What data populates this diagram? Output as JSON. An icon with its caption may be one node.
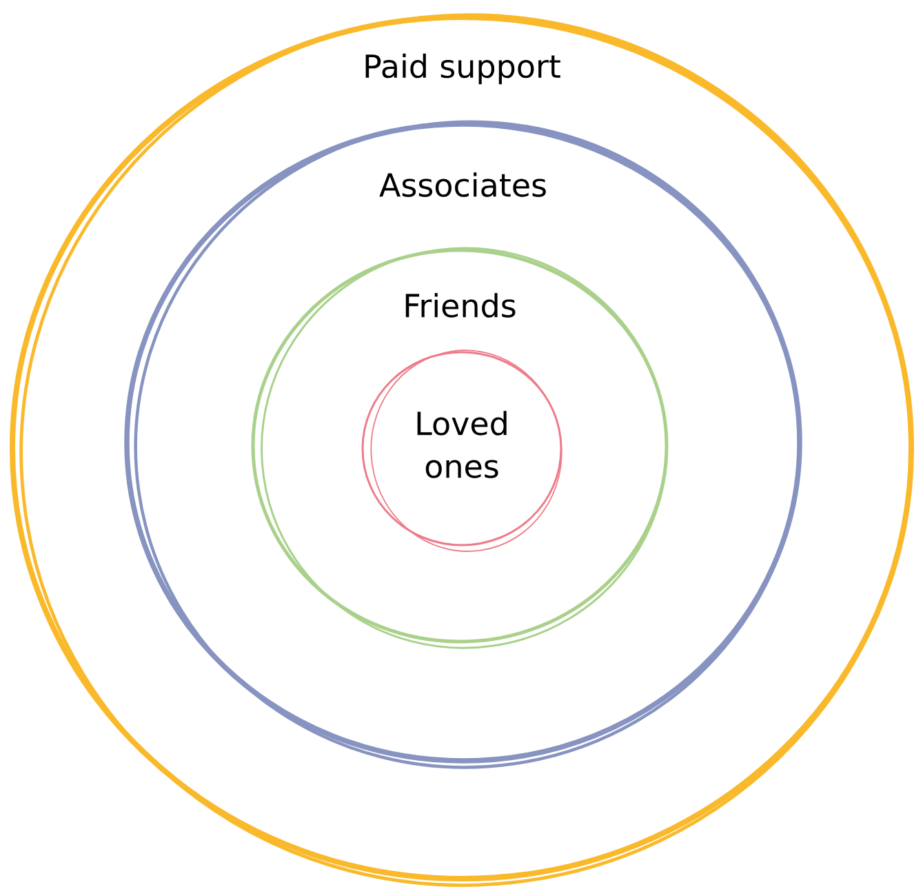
{
  "diagram": {
    "nodes": [
      {
        "text": [
          "Paid support"
        ]
      },
      {
        "text": [
          "Associates"
        ],
        "in": 0
      },
      {
        "text": [
          "Friends"
        ],
        "in": 1
      },
      {
        "text": [
          "Loved ones"
        ],
        "in": 2
      }
    ]
  }
}
